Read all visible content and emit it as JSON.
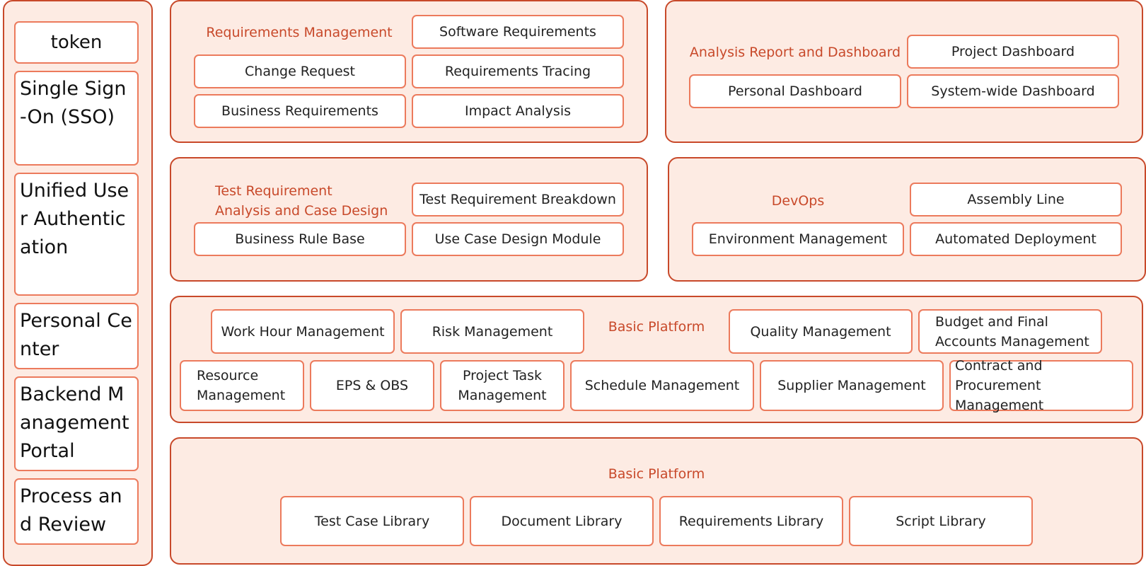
{
  "sidebar": {
    "items": [
      {
        "label": "token"
      },
      {
        "label": "Single Sign-On (SSO)"
      },
      {
        "label": "Unified User Authentication"
      },
      {
        "label": "Personal Center"
      },
      {
        "label": "Backend Management Portal"
      },
      {
        "label": "Process and Review"
      }
    ]
  },
  "requirements_management": {
    "title": "Requirements Management",
    "modules": [
      "Software Requirements",
      "Change Request",
      "Requirements Tracing",
      "Business Requirements",
      "Impact Analysis"
    ]
  },
  "analysis_report": {
    "title": "Analysis Report and Dashboard",
    "modules": [
      "Project Dashboard",
      "Personal Dashboard",
      "System-wide Dashboard"
    ]
  },
  "test_requirement": {
    "title_line1": "Test Requirement",
    "title_line2": "Analysis and Case Design",
    "modules": [
      "Test Requirement Breakdown",
      "Business Rule Base",
      "Use Case Design Module"
    ]
  },
  "devops": {
    "title": "DevOps",
    "modules": [
      "Assembly Line",
      "Environment Management",
      "Automated Deployment"
    ]
  },
  "basic_platform_project": {
    "title": "Basic Platform",
    "modules": [
      "Work Hour Management",
      "Risk Management",
      "Quality Management",
      "Budget and Final Accounts Management",
      "Resource Management",
      "EPS & OBS",
      "Project Task Management",
      "Schedule Management",
      "Supplier Management",
      "Contract and Procurement Management"
    ]
  },
  "basic_platform_library": {
    "title": "Basic Platform",
    "modules": [
      "Test Case Library",
      "Document Library",
      "Requirements Library",
      "Script Library"
    ]
  },
  "colors": {
    "panel_fill": "#fdebe3",
    "panel_border": "#c8492a",
    "box_border": "#ec7a5c",
    "title_text": "#c8492a"
  }
}
